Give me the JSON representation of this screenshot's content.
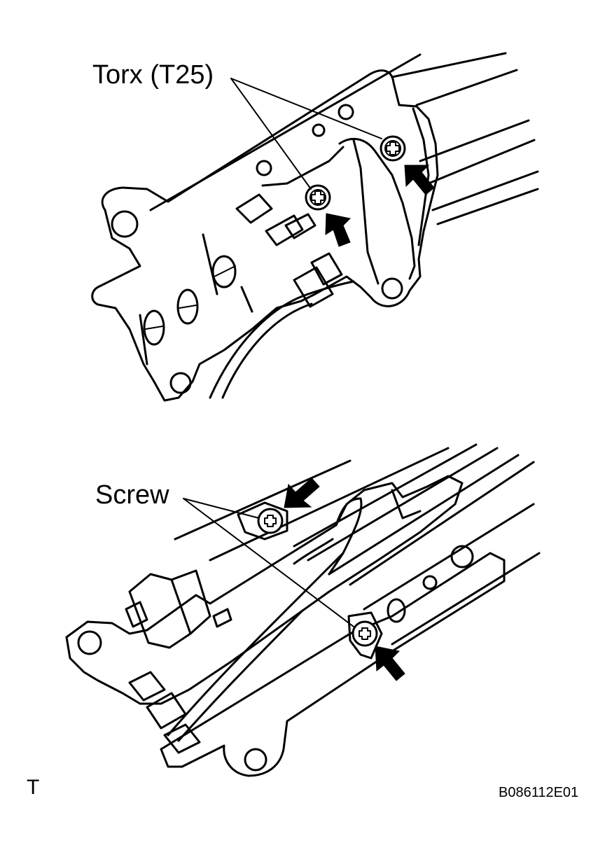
{
  "labels": {
    "torx": "Torx (T25)",
    "screw": "Screw"
  },
  "corner_mark": "T",
  "figure_code": "B086112E01",
  "colors": {
    "ink": "#000000",
    "background": "#ffffff"
  }
}
